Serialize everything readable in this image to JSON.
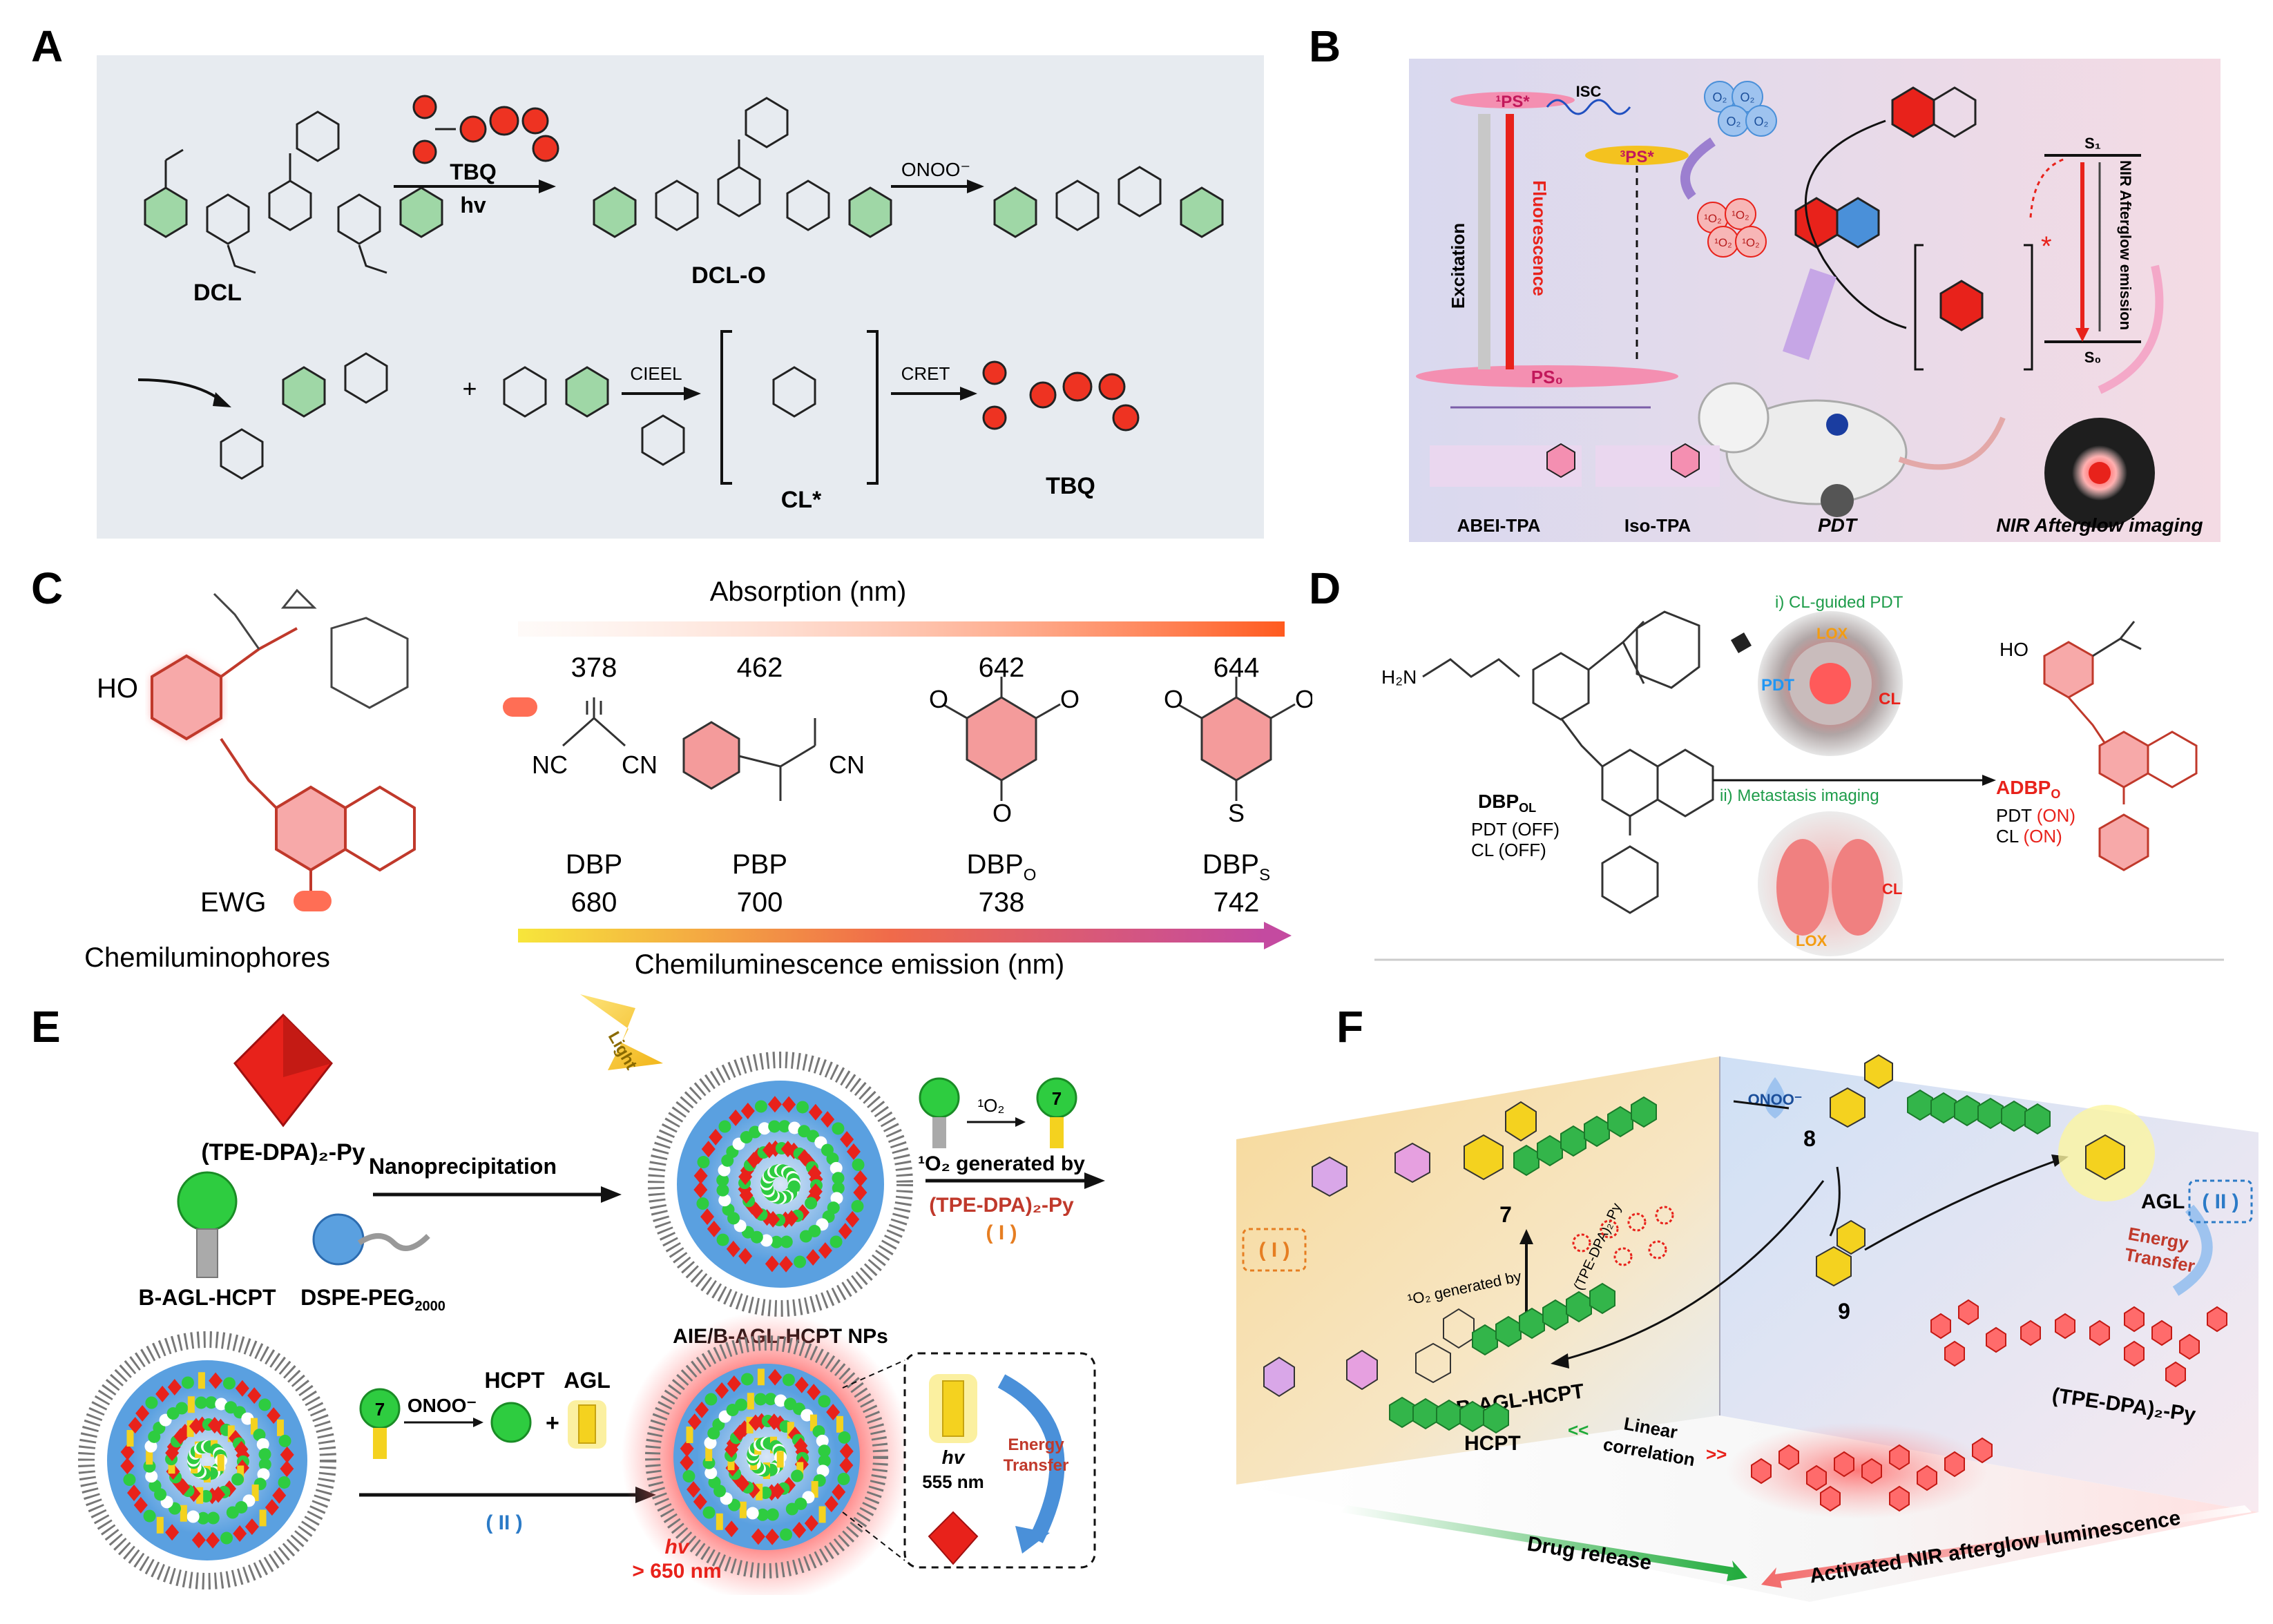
{
  "labels": {
    "A": "A",
    "B": "B",
    "C": "C",
    "D": "D",
    "E": "E",
    "F": "F"
  },
  "colors": {
    "red": "#e8221b",
    "green": "#33b54a",
    "blue": "#4a90d9",
    "yellow": "#f4d21f",
    "pink": "#f48fb1",
    "grayPanel": "#e7ebf0"
  },
  "panelA": {
    "tbq_top": "TBQ",
    "hv": "hv",
    "dcl": "DCL",
    "dclo": "DCL-O",
    "onoo": "ONOO⁻",
    "cieel": "CIEEL",
    "cret": "CRET",
    "cl": "CL*",
    "tbq_bottom": "TBQ"
  },
  "panelB": {
    "ps1": "¹PS*",
    "ps3": "³PS*",
    "ps0": "PS₀",
    "isc": "ISC",
    "excitation": "Excitation",
    "fluorescence": "Fluorescence",
    "o2": "O₂",
    "singlet_o2": "¹O₂",
    "s1": "S₁",
    "s0": "S₀",
    "nir": "NIR Afterglow emission",
    "abei": "ABEI-TPA",
    "iso": "Iso-TPA",
    "pdt": "PDT",
    "nir_imaging": "NIR Afterglow imaging"
  },
  "panelC": {
    "absorption": "Absorption (nm)",
    "ewg": "EWG",
    "chemi": "Chemiluminophores",
    "ho": "HO",
    "emission": "Chemiluminescence emission (nm)",
    "abs_values": [
      "378",
      "462",
      "642",
      "644"
    ],
    "names": [
      "DBP",
      "PBP",
      "DBP",
      "DBP"
    ],
    "name_subs": [
      "",
      "",
      "O",
      "S"
    ],
    "em_values": [
      "680",
      "700",
      "738",
      "742"
    ],
    "nc": "NC",
    "cn": "CN",
    "cn2": "CN"
  },
  "panelD": {
    "h2n": "H₂N",
    "dbp_name": "DBP",
    "dbp_sub": "OL",
    "pdt_off": "PDT (OFF)",
    "cl_off": "CL (OFF)",
    "step1": "i) CL-guided PDT",
    "step2": "ii) Metastasis imaging",
    "lox": "LOX",
    "pdt": "PDT",
    "cl": "CL",
    "lox2": "LOX",
    "cl2": "CL",
    "adbp_name": "ADBP",
    "adbp_sub": "O",
    "pdt_on_label": "PDT",
    "pdt_on": "(ON)",
    "cl_on_label": "CL",
    "cl_on": "(ON)",
    "ho": "HO"
  },
  "panelE": {
    "light": "Light",
    "tpe": "(TPE-DPA)₂-Py",
    "nanoprecip": "Nanoprecipitation",
    "bagl": "B-AGL-HCPT",
    "dspe": "DSPE-PEG",
    "dspe_sub": "2000",
    "nps": "AIE/B-AGL-HCPT NPs",
    "o2_top": "¹O₂",
    "o2_generated": "¹O₂ generated by",
    "tpe2": "(TPE-DPA)₂-Py",
    "step1": "( I )",
    "seven": "7",
    "onoo": "ONOO⁻",
    "hcpt": "HCPT",
    "agl": "AGL",
    "step2": "( II )",
    "hv": "hv",
    "nm555": "555 nm",
    "energy": "Energy",
    "transfer": "Transfer",
    "hv2": "hv",
    "gt650": "> 650 nm"
  },
  "panelF": {
    "onoo": "ONOO⁻",
    "seven": "7",
    "eight": "8",
    "nine": "9",
    "step1": "( I )",
    "step2": "( II )",
    "o2_gen": "¹O₂ generated by",
    "tpe_small": "(TPE-DPA)₂-Py",
    "bagl": "B-AGL-HCPT",
    "hcpt": "HCPT",
    "linear": "Linear",
    "correlation": "correlation",
    "agl": "AGL",
    "energy": "Energy",
    "transfer": "Transfer",
    "tpe": "(TPE-DPA)₂-Py",
    "drug": "Drug release",
    "nir": "Activated NIR afterglow luminescence",
    "ltlt": "<<",
    "gtgt": ">>"
  }
}
